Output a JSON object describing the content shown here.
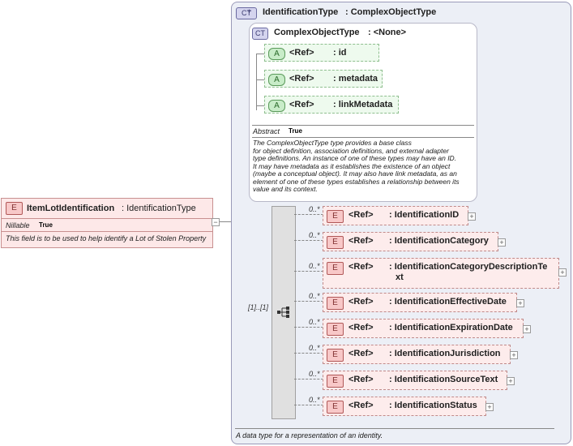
{
  "main_element": {
    "badge": "E",
    "name": "ItemLotIdentification",
    "type": ": IdentificationType",
    "nillable_label": "Nillable",
    "nillable_value": "True",
    "description": "This field is to be used to help identify a Lot of Stolen Property"
  },
  "outer_type": {
    "badge": "CT",
    "name": "IdentificationType",
    "base": ": ComplexObjectType",
    "description": "A data type for a representation of an identity."
  },
  "inner_type": {
    "badge": "CT",
    "name": "ComplexObjectType",
    "base": ": <None>",
    "abstract_label": "Abstract",
    "abstract_value": "True",
    "description_lines": [
      "The ComplexObjectType type provides a base class",
      "for object definition, association definitions, and external adapter",
      "type definitions. An instance of one of these types may have an ID.",
      "It may have metadata as it establishes the existence of an object",
      "(maybe a conceptual object). It may also have link metadata, as an",
      "element of one of these types establishes a relationship between its",
      "value and its context."
    ],
    "attributes": [
      {
        "badge": "A",
        "ref": "<Ref>",
        "name": ": id"
      },
      {
        "badge": "A",
        "ref": "<Ref>",
        "name": ": metadata"
      },
      {
        "badge": "A",
        "ref": "<Ref>",
        "name": ": linkMetadata"
      }
    ]
  },
  "sequence": {
    "multiplicity": "[1]..[1]"
  },
  "elements": [
    {
      "badge": "E",
      "ref": "<Ref>",
      "name": ": IdentificationID",
      "mult": "0..*"
    },
    {
      "badge": "E",
      "ref": "<Ref>",
      "name": ": IdentificationCategory",
      "mult": "0..*"
    },
    {
      "badge": "E",
      "ref": "<Ref>",
      "name_line1": ": IdentificationCategoryDescriptionTe",
      "name_line2": "xt",
      "mult": "0..*"
    },
    {
      "badge": "E",
      "ref": "<Ref>",
      "name": ": IdentificationEffectiveDate",
      "mult": "0..*"
    },
    {
      "badge": "E",
      "ref": "<Ref>",
      "name": ": IdentificationExpirationDate",
      "mult": "0..*"
    },
    {
      "badge": "E",
      "ref": "<Ref>",
      "name": ": IdentificationJurisdiction",
      "mult": "0..*"
    },
    {
      "badge": "E",
      "ref": "<Ref>",
      "name": ": IdentificationSourceText",
      "mult": "0..*"
    },
    {
      "badge": "E",
      "ref": "<Ref>",
      "name": ": IdentificationStatus",
      "mult": "0..*"
    }
  ],
  "icons": {
    "expand": "+",
    "collapse": "−"
  }
}
